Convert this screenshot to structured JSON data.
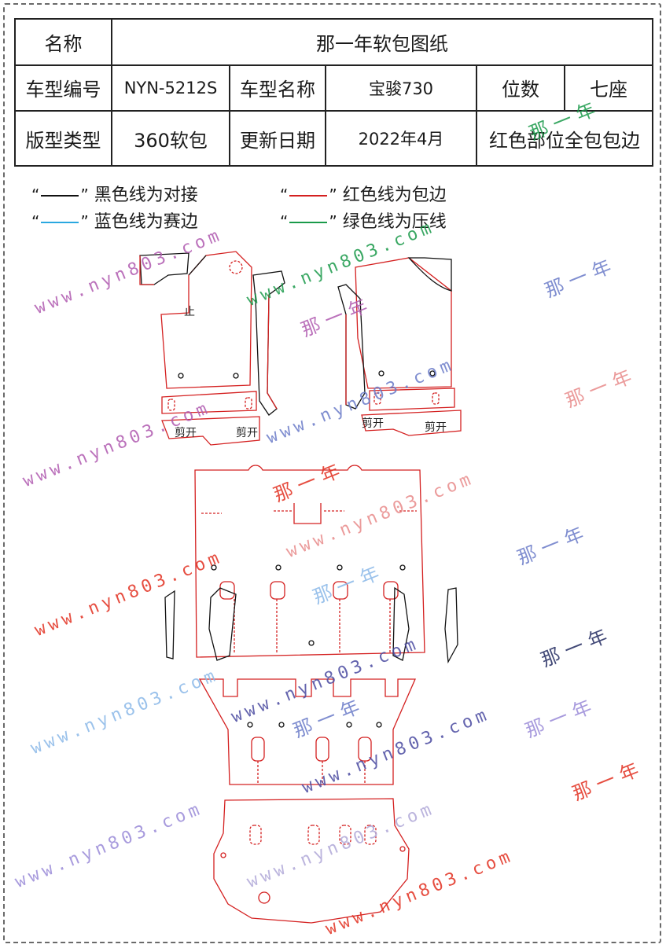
{
  "table": {
    "row1": {
      "name_label": "名称",
      "name_value": "那一年软包图纸"
    },
    "row2": {
      "model_code_label": "车型编号",
      "model_code": "NYN-5212S",
      "model_name_label": "车型名称",
      "model_name": "宝骏730",
      "seats_label": "位数",
      "seats": "七座"
    },
    "row3": {
      "type_label": "版型类型",
      "type": "360软包",
      "date_label": "更新日期",
      "date": "2022年4月",
      "note": "红色部位全包包边"
    }
  },
  "legend": {
    "black": {
      "label": "黑色线为对接",
      "color": "#111111"
    },
    "red": {
      "label": "红色线为包边",
      "color": "#d42020"
    },
    "blue": {
      "label": "蓝色线为赛边",
      "color": "#2aa8e0"
    },
    "green": {
      "label": "绿色线为压线",
      "color": "#1a9a4a"
    },
    "quote_open": "“",
    "quote_close": "”"
  },
  "labels": {
    "stop": "止",
    "cut1": "剪开",
    "cut2": "剪开",
    "cut3": "剪开",
    "cut4": "剪开"
  },
  "watermarks": {
    "url": "www.nyn803.com",
    "brand": "那一年"
  }
}
